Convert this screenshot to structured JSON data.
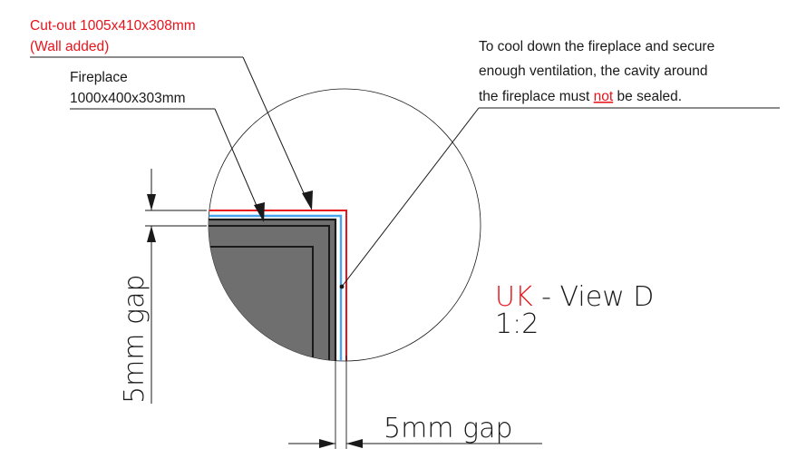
{
  "colors": {
    "cutout_line": "#e8141b",
    "gap_line": "#4aa3ef",
    "fireplace_fill": "#6f6f6f",
    "ink": "#1a1a1a"
  },
  "labels": {
    "cutout_line1": "Cut-out 1005x410x308mm",
    "cutout_line2": "(Wall added)",
    "fireplace_line1": "Fireplace",
    "fireplace_line2": "1000x400x303mm",
    "note_line1": "To cool down the fireplace and secure",
    "note_line2": "enough ventilation, the cavity around",
    "note_line3_pre": "the fireplace must ",
    "note_line3_not": "not",
    "note_line3_post": " be sealed.",
    "view_region": "UK",
    "view_rest": " - View D",
    "view_scale": "1:2",
    "gap_vertical": "5mm gap",
    "gap_horizontal": "5mm gap"
  }
}
